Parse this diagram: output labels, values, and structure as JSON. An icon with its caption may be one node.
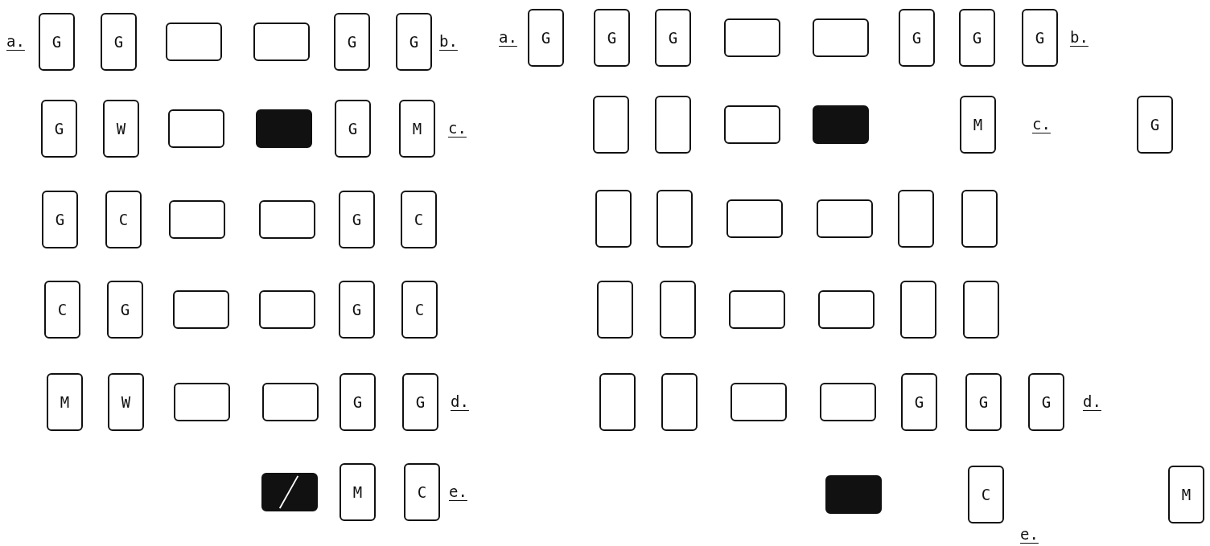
{
  "diagram": {
    "nodes": [
      {
        "text": [
          "G"
        ]
      },
      {
        "text": [
          "G"
        ]
      },
      {
        "text": [],
        "shape": "box"
      },
      {
        "text": [],
        "shape": "box"
      },
      {
        "text": [
          "G"
        ]
      },
      {
        "text": [
          "G"
        ]
      },
      {
        "text": [
          "G"
        ]
      },
      {
        "text": [
          "G"
        ]
      },
      {
        "text": [
          "G"
        ]
      },
      {
        "text": [],
        "shape": "box"
      },
      {
        "text": [],
        "shape": "box"
      },
      {
        "text": [
          "G"
        ]
      },
      {
        "text": [
          "G"
        ]
      },
      {
        "text": [
          "G"
        ]
      },
      {
        "text": [
          "G"
        ]
      },
      {
        "text": [
          "W"
        ]
      },
      {
        "text": [],
        "shape": "box"
      },
      {
        "text": [],
        "shape": "block"
      },
      {
        "text": [
          "G"
        ]
      },
      {
        "text": [
          "M"
        ]
      },
      {
        "text": [],
        "shape": "box"
      },
      {
        "text": [],
        "shape": "box"
      },
      {
        "text": [],
        "shape": "box"
      },
      {
        "text": [],
        "shape": "block"
      },
      {
        "text": [
          "M"
        ]
      },
      {
        "text": [
          "G"
        ]
      },
      {
        "text": [
          "G"
        ]
      },
      {
        "text": [
          "C"
        ]
      },
      {
        "text": [],
        "shape": "box"
      },
      {
        "text": [],
        "shape": "box"
      },
      {
        "text": [
          "G"
        ]
      },
      {
        "text": [
          "C"
        ]
      },
      {
        "text": [],
        "shape": "box"
      },
      {
        "text": [],
        "shape": "box"
      },
      {
        "text": [],
        "shape": "box"
      },
      {
        "text": [],
        "shape": "box"
      },
      {
        "text": [],
        "shape": "box"
      },
      {
        "text": [],
        "shape": "box"
      },
      {
        "text": [
          "C"
        ]
      },
      {
        "text": [
          "G"
        ]
      },
      {
        "text": [],
        "shape": "box"
      },
      {
        "text": [],
        "shape": "box"
      },
      {
        "text": [
          "G"
        ]
      },
      {
        "text": [
          "C"
        ]
      },
      {
        "text": [],
        "shape": "box"
      },
      {
        "text": [],
        "shape": "box"
      },
      {
        "text": [],
        "shape": "box"
      },
      {
        "text": [],
        "shape": "box"
      },
      {
        "text": [],
        "shape": "box"
      },
      {
        "text": [],
        "shape": "box"
      },
      {
        "text": [
          "M"
        ]
      },
      {
        "text": [
          "W"
        ]
      },
      {
        "text": [],
        "shape": "box"
      },
      {
        "text": [],
        "shape": "box"
      },
      {
        "text": [
          "G"
        ]
      },
      {
        "text": [
          "G"
        ]
      },
      {
        "text": [],
        "shape": "box"
      },
      {
        "text": [],
        "shape": "box"
      },
      {
        "text": [],
        "shape": "box"
      },
      {
        "text": [],
        "shape": "box"
      },
      {
        "text": [
          "G"
        ]
      },
      {
        "text": [
          "G"
        ]
      },
      {
        "text": [
          "G"
        ]
      },
      {
        "text": [],
        "shape": "block"
      },
      {
        "text": [
          "M"
        ]
      },
      {
        "text": [
          "C"
        ]
      },
      {
        "text": [],
        "shape": "block"
      },
      {
        "text": [
          "C"
        ]
      },
      {
        "text": [
          "M"
        ]
      }
    ],
    "labels": [
      "a.",
      "b.",
      "a.",
      "b.",
      "c.",
      "c.",
      "d.",
      "d.",
      "e.",
      "e."
    ]
  }
}
